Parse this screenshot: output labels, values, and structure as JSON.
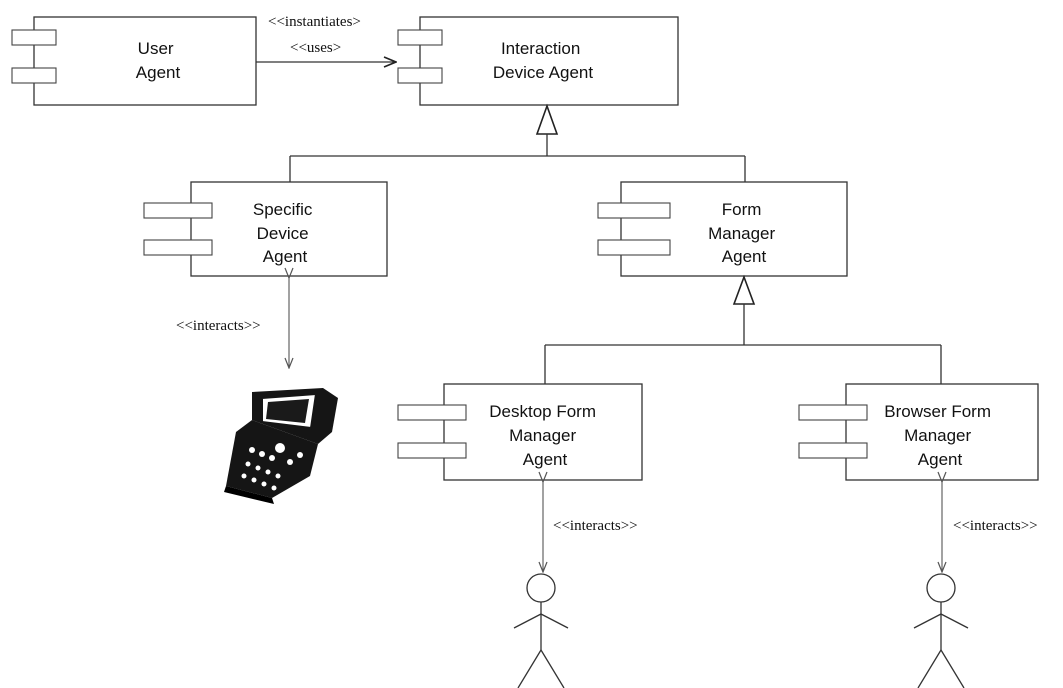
{
  "components": {
    "user_agent": {
      "lines": [
        "User",
        "Agent"
      ]
    },
    "interaction_device_agent": {
      "lines": [
        "Interaction",
        "Device Agent"
      ]
    },
    "specific_device_agent": {
      "lines": [
        "Specific",
        "Device",
        "Agent"
      ]
    },
    "form_manager_agent": {
      "lines": [
        "Form",
        "Manager",
        "Agent"
      ]
    },
    "desktop_form_manager_agent": {
      "lines": [
        "Desktop Form",
        "Manager",
        "Agent"
      ]
    },
    "browser_form_manager_agent": {
      "lines": [
        "Browser Form",
        "Manager",
        "Agent"
      ]
    }
  },
  "stereotypes": {
    "instantiates": "<<instantiates>",
    "uses": "<<uses>",
    "interacts_device": "<<interacts>>",
    "interacts_desktop": "<<interacts>>",
    "interacts_browser": "<<interacts>>"
  },
  "icons": {
    "device": "mobile-device-icon",
    "actor": "stick-figure-actor-icon"
  }
}
